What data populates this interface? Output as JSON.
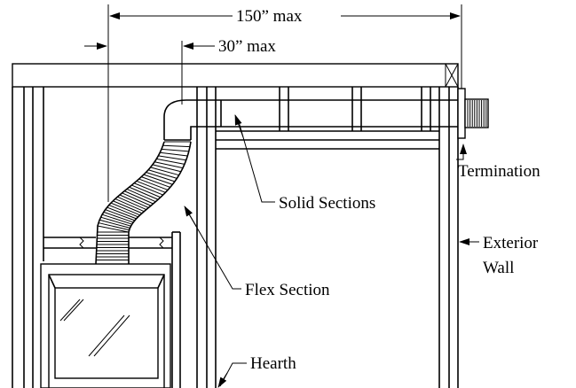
{
  "labels": {
    "dim_150": "150” max",
    "dim_30": "30” max",
    "termination": "Termination",
    "solid_sections": "Solid Sections",
    "exterior_wall_line1": "Exterior",
    "exterior_wall_line2": "Wall",
    "flex_section": "Flex Section",
    "hearth": "Hearth"
  },
  "colors": {
    "line": "#000000",
    "background": "#ffffff"
  }
}
